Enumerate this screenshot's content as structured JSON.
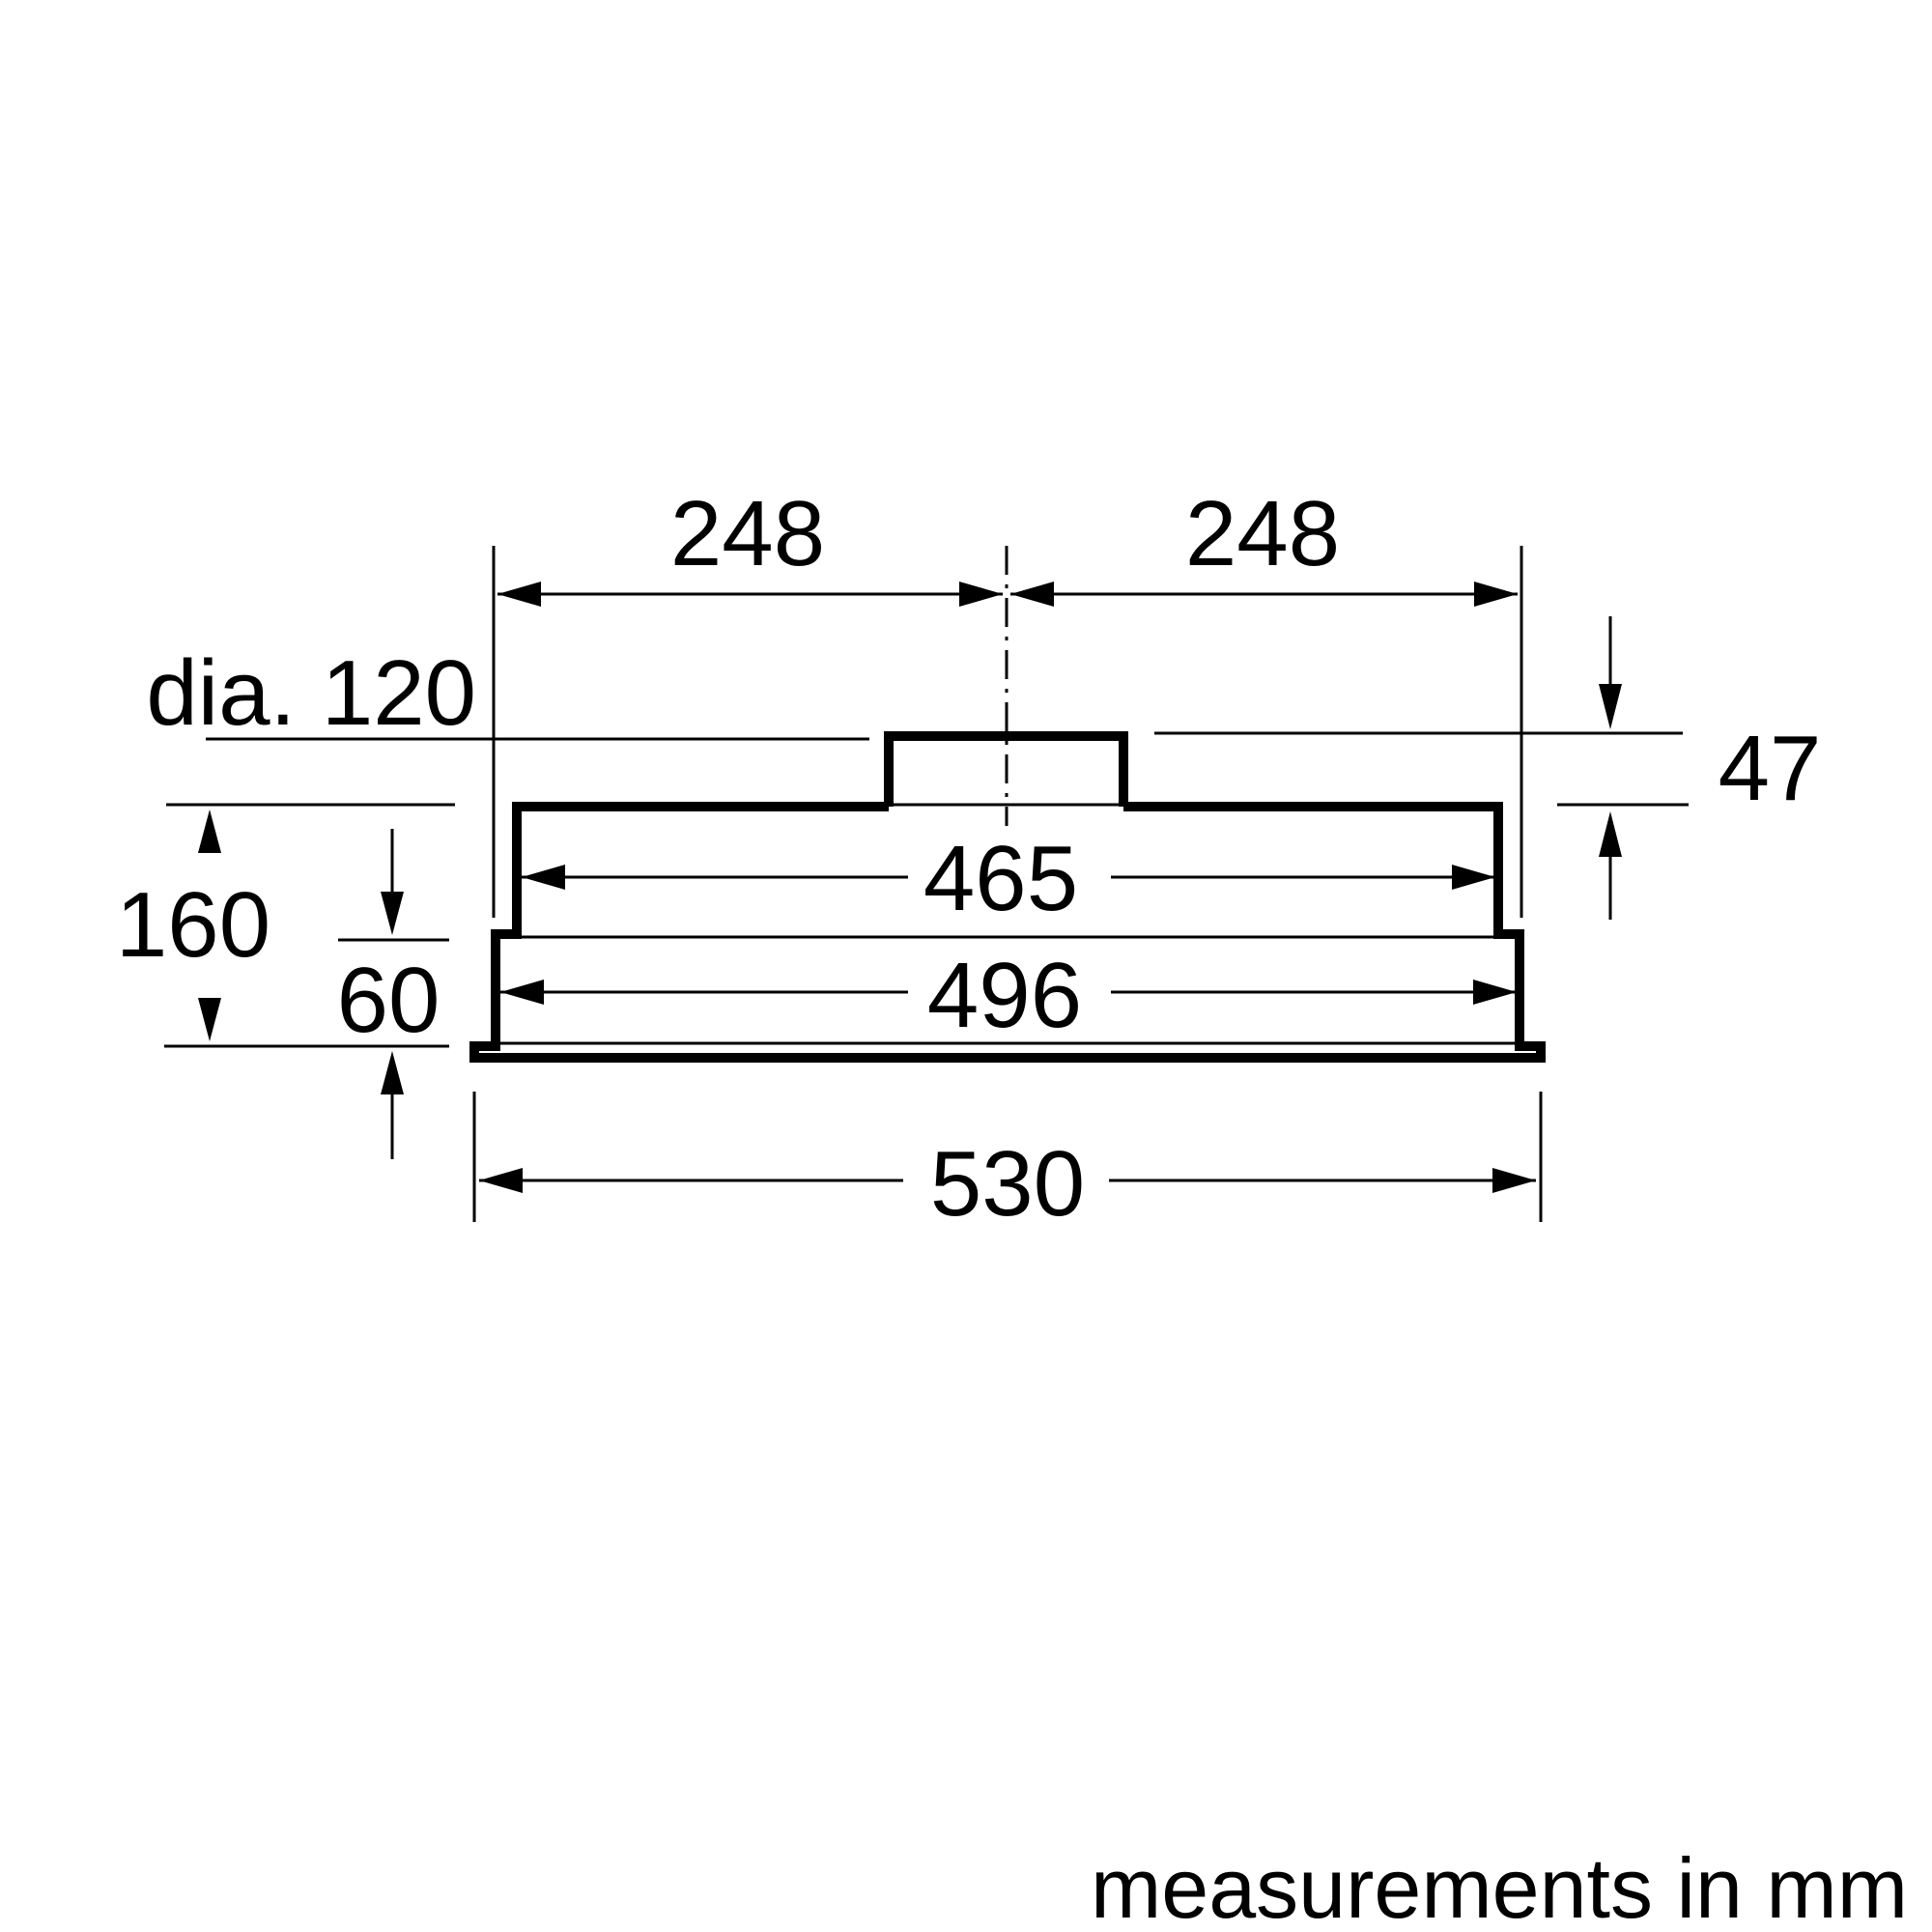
{
  "drawing": {
    "dimensions": {
      "left_half_width": "248",
      "right_half_width": "248",
      "duct_diameter": "dia. 120",
      "collar_height": "47",
      "upper_body_width": "465",
      "lower_body_width": "496",
      "overall_width": "530",
      "total_height": "160",
      "lower_body_height": "60"
    },
    "footnote": "measurements in mm",
    "colors": {
      "line": "#000000",
      "background": "#ffffff"
    }
  }
}
